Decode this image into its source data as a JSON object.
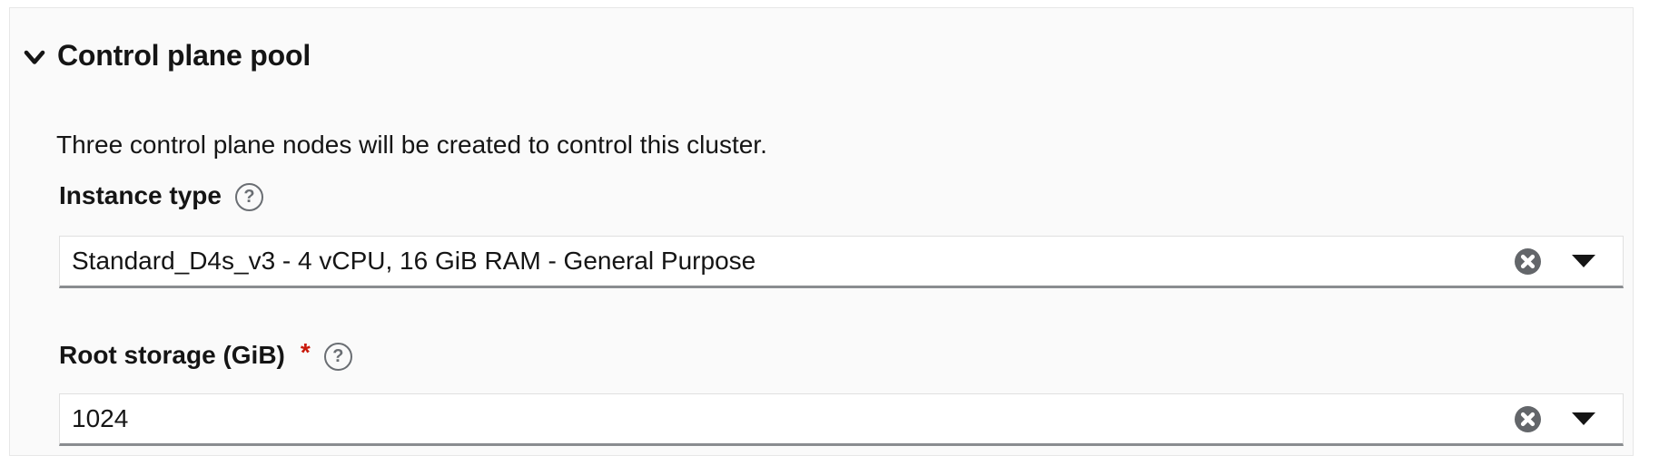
{
  "colors": {
    "page_bg": "#ffffff",
    "panel_bg": "#fafafa",
    "panel_border": "#e7e7e7",
    "text": "#151515",
    "field_bg": "#ffffff",
    "field_border": "#e0e0e0",
    "field_bottom_border": "#8a8d90",
    "required_asterisk": "#c9190b",
    "help_icon": "#6a6e73",
    "clear_icon_bg": "#63666a",
    "caret": "#151515"
  },
  "section": {
    "title": "Control plane pool",
    "state": "expanded",
    "description": "Three control plane nodes will be created to control this cluster."
  },
  "form": {
    "instance_type": {
      "label": "Instance type",
      "value": "Standard_D4s_v3 - 4 vCPU, 16 GiB RAM - General Purpose",
      "required": false
    },
    "root_storage": {
      "label": "Root storage (GiB)",
      "required_indicator": "*",
      "value": "1024",
      "required": true
    }
  },
  "icons": {
    "section_toggle": "angle-down-icon",
    "help_glyph": "?",
    "clear": "times-circle-icon",
    "dropdown": "caret-down-icon"
  }
}
